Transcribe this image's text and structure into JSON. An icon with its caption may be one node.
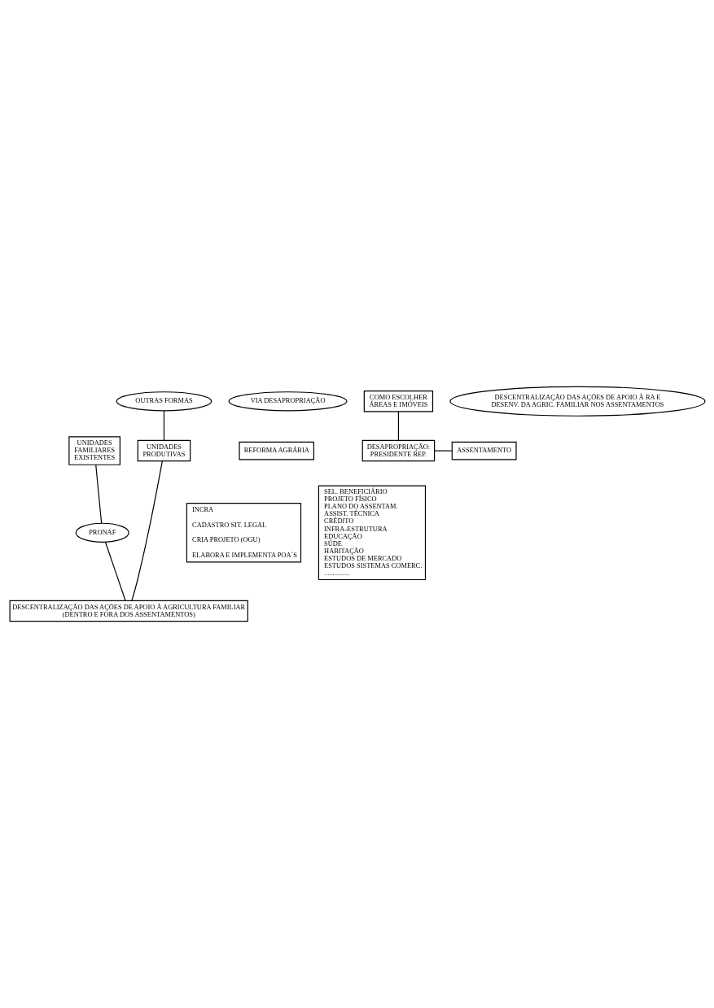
{
  "diagram": {
    "nodes": [
      {
        "text": [
          "UNIDADES FAMILIARES EXISTENTES"
        ]
      },
      {
        "text": [
          "REFORMA AGRÁRIA"
        ]
      },
      {
        "text": [
          "UNIDADES PRODUTIVAS"
        ]
      },
      {
        "text": [
          "VIA DESAPROPRIAÇÃO"
        ]
      },
      {
        "text": [
          "OUTRAS FORMAS"
        ]
      },
      {
        "text": [
          "COMO ESCOLHER ÁREAS E IMÓVEIS"
        ]
      },
      {
        "text": [
          "DESAPROPRIAÇÃO:",
          "PRESIDENTE REP."
        ]
      },
      {
        "text": [
          "INCRA",
          "CADASTRO SIT. LEGAL",
          "CRIA PROJETO (OGU)",
          "ELABORA E IMPLEMENTA POA´S"
        ]
      },
      {
        "text": [
          "ASSENTAMENTO"
        ]
      },
      {
        "text": [
          "SEL. BENEFICIÁRIO",
          "PROJETO FÍSICO",
          "PLANO DO ASSENTAM.",
          "ASSIST. TÉCNICA",
          "CRÉDITO",
          "INFRA-ESTRUTURA",
          "EDUCAÇÃO",
          "SÚDE",
          "HABITAÇÃO",
          "ESTUDOS DE MERCADO",
          "ESTUDOS SISTEMAS COMERC.",
          "..............."
        ]
      },
      {
        "text": [
          "PRONAF"
        ]
      },
      {
        "text": [
          "DESCENTRALIZAÇÃO DAS AÇÕES DE APOIO À RA E DESENV. DA AGRIC. FAMILIAR NOS ASSENTAMENTOS"
        ]
      },
      {
        "text": [
          "DESCENTRALIZAÇÃO DAS AÇÕES DE APOIO À AGRICULTURA FAMILIAR (DENTRO E FORA DOS ASSENTAMENTOS)"
        ]
      }
    ],
    "edges": [
      {
        "from": 0,
        "to": 10,
        "arrow": "none"
      },
      {
        "from": 10,
        "to": 12,
        "arrow": "none"
      },
      {
        "from": 4,
        "to": 2,
        "arrow": "none"
      },
      {
        "from": 2,
        "to": 12,
        "arrow": "none"
      },
      {
        "from": 5,
        "to": 6,
        "arrow": "none"
      },
      {
        "from": 6,
        "to": 8,
        "arrow": "none"
      }
    ]
  }
}
